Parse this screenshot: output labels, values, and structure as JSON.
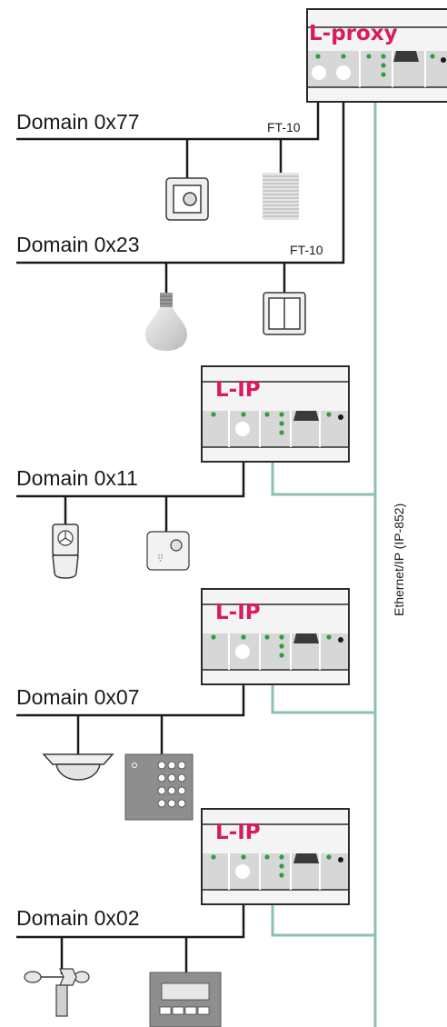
{
  "proxy": {
    "title": "L-proxy"
  },
  "domains": [
    {
      "label": "Domain 0x77",
      "link": "FT-10"
    },
    {
      "label": "Domain 0x23",
      "link": "FT-10"
    },
    {
      "label": "Domain 0x11",
      "router": "L-IP"
    },
    {
      "label": "Domain 0x07",
      "router": "L-IP"
    },
    {
      "label": "Domain 0x02",
      "router": "L-IP"
    }
  ],
  "backbone": {
    "label": "Ethernet/IP (IP-852)"
  },
  "colors": {
    "accent": "#d81b60",
    "backbone": "#8cc0a8",
    "wire": "#1a1a1a",
    "led": "#2e9e3e",
    "module": "#d7d7d7"
  }
}
